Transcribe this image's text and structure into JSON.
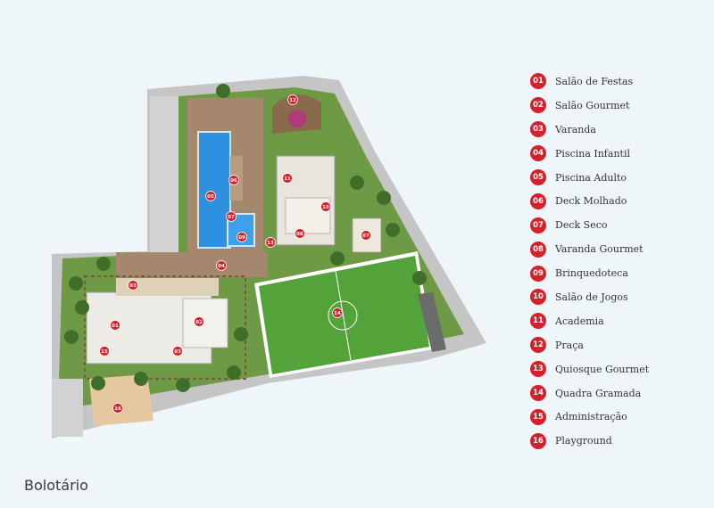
{
  "caption": "Bolotário",
  "colors": {
    "marker": "#d8202a",
    "grass": "#6e9a45",
    "field": "#54a23a",
    "pool": "#2f8fe0",
    "deck": "#a4876c",
    "pavement": "#bdbdbd",
    "background": "#eef6fa"
  },
  "legend": [
    {
      "num": "01",
      "label": "Salão de Festas"
    },
    {
      "num": "02",
      "label": "Salão Gourmet"
    },
    {
      "num": "03",
      "label": "Varanda"
    },
    {
      "num": "04",
      "label": "Piscina Infantil"
    },
    {
      "num": "05",
      "label": "Piscina Adulto"
    },
    {
      "num": "06",
      "label": "Deck Molhado"
    },
    {
      "num": "07",
      "label": "Deck Seco"
    },
    {
      "num": "08",
      "label": "Varanda Gourmet"
    },
    {
      "num": "09",
      "label": "Brinquedoteca"
    },
    {
      "num": "10",
      "label": "Salão de Jogos"
    },
    {
      "num": "11",
      "label": "Academia"
    },
    {
      "num": "12",
      "label": "Praça"
    },
    {
      "num": "13",
      "label": "Quiosque Gourmet"
    },
    {
      "num": "14",
      "label": "Quadra Gramada"
    },
    {
      "num": "15",
      "label": "Administração"
    },
    {
      "num": "16",
      "label": "Playground"
    }
  ],
  "plan_markers": [
    "12",
    "11",
    "10",
    "06",
    "05",
    "07",
    "04",
    "09",
    "08",
    "13",
    "07",
    "03",
    "01",
    "02",
    "15",
    "03",
    "14",
    "16"
  ]
}
